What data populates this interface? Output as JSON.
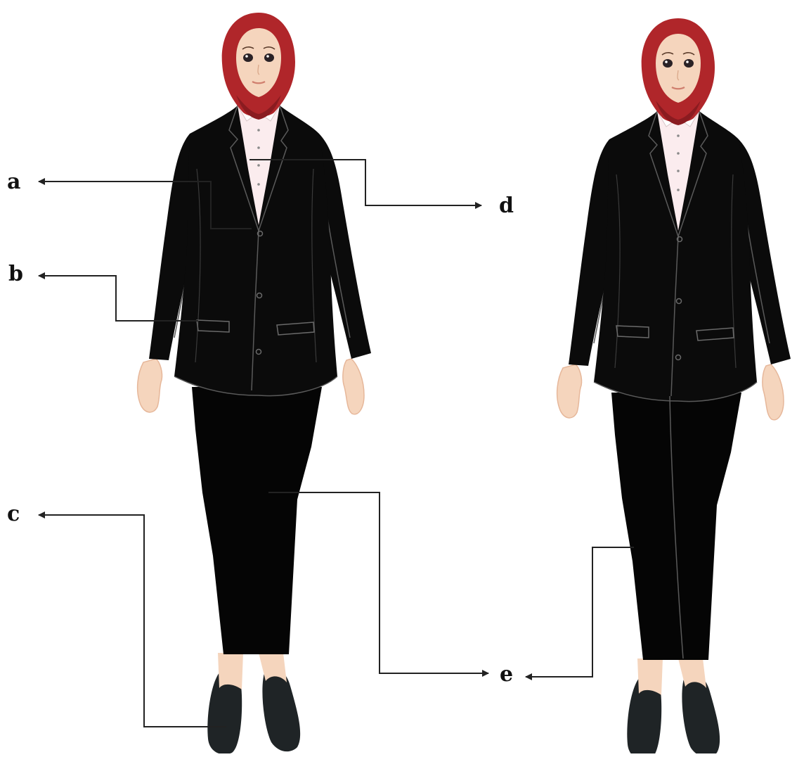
{
  "labels": {
    "a": "a",
    "b": "b",
    "c": "c",
    "d": "d",
    "e": "e"
  },
  "figures": [
    {
      "id": "figure-left",
      "view": "front"
    },
    {
      "id": "figure-right",
      "view": "front"
    }
  ],
  "colors": {
    "hijab": "#b0262a",
    "hijab_shadow": "#8a1b20",
    "skin": "#f5d5bd",
    "skin_shadow": "#e6b79a",
    "blazer": "#0b0b0b",
    "blazer_seam": "#5a5a5a",
    "shirt": "#fbecee",
    "skirt": "#050505",
    "shoe": "#1f2426",
    "leader": "#222222",
    "background": "#ffffff"
  }
}
